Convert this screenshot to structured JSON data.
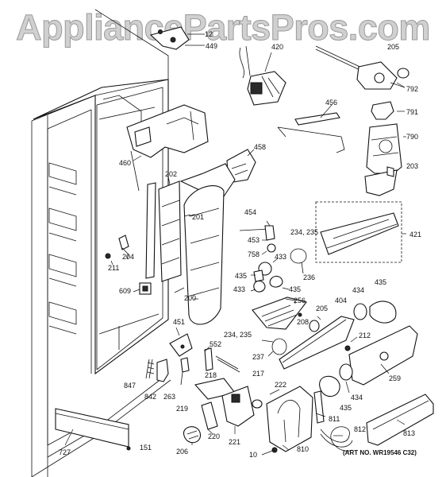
{
  "watermark": "AppliancePartsPros.com",
  "art_number": "(ART NO. WR19546 C32)",
  "callouts": {
    "c12": "12",
    "c449": "449",
    "c420": "420",
    "c205a": "205",
    "c792": "792",
    "c791": "791",
    "c456": "456",
    "c790": "790",
    "c460": "460",
    "c458": "458",
    "c203": "203",
    "c202": "202",
    "c201": "201",
    "c421": "421",
    "c454": "454",
    "c234a": "234, 235",
    "c453": "453",
    "c758": "758",
    "c433a": "433",
    "c204": "204",
    "c211": "211",
    "c435a": "435",
    "c236": "236",
    "c433b": "433",
    "c435b": "435",
    "c609": "609",
    "c200": "200",
    "c434a": "434",
    "c435c": "435",
    "c256": "256",
    "c205b": "205",
    "c404": "404",
    "c208": "208",
    "c451": "451",
    "c234b": "234, 235",
    "c212": "212",
    "c237": "237",
    "c552": "552",
    "c218": "218",
    "c217": "217",
    "c259": "259",
    "c847": "847",
    "c842": "842",
    "c263": "263",
    "c222": "222",
    "c434b": "434",
    "c219": "219",
    "c435d": "435",
    "c811": "811",
    "c220": "220",
    "c221": "221",
    "c812": "812",
    "c813": "813",
    "c151": "151",
    "c727": "727",
    "c206": "206",
    "c10": "10",
    "c810": "810"
  }
}
